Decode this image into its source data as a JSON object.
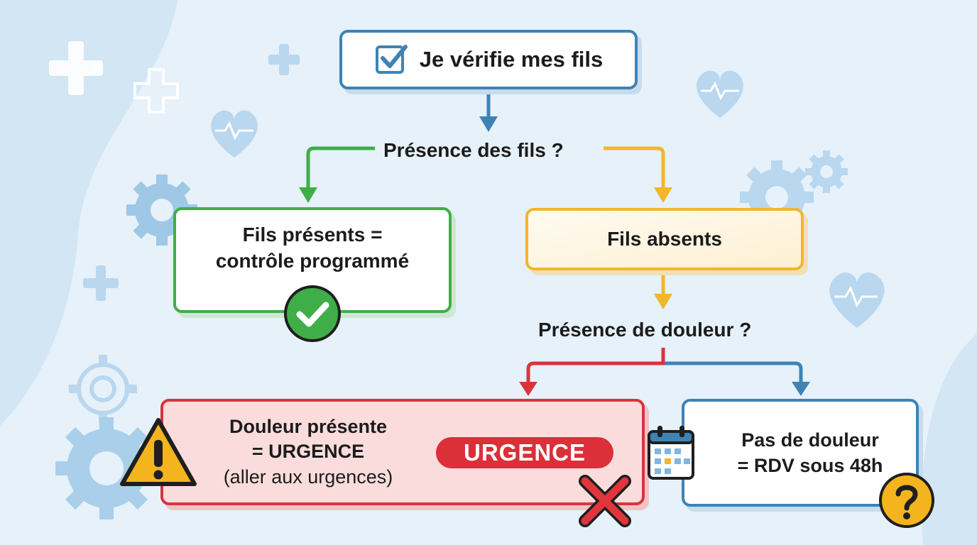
{
  "diagram": {
    "start": {
      "label": "Je vérifie mes fils",
      "icon": "checkbox-icon"
    },
    "question_threads": "Présence des fils ?",
    "threads_present": {
      "line1": "Fils présents =",
      "line2": "contrôle programmé",
      "icon": "check-circle-icon"
    },
    "threads_absent": {
      "label": "Fils absents"
    },
    "question_pain": "Présence de douleur ?",
    "pain_present": {
      "line1": "Douleur présente",
      "line2": "= URGENCE",
      "line3": "(aller aux urgences)",
      "badge": "URGENCE",
      "icon": "warning-icon",
      "mark_icon": "red-cross-icon"
    },
    "no_pain": {
      "line1": "Pas de douleur",
      "line2": "= RDV sous 48h",
      "icon": "calendar-icon",
      "badge_icon": "question-mark-icon"
    }
  },
  "colors": {
    "blue": "#3f83b5",
    "green": "#3fae49",
    "yellow": "#f2b62b",
    "red": "#d9343c",
    "background": "#e6f1fa"
  }
}
